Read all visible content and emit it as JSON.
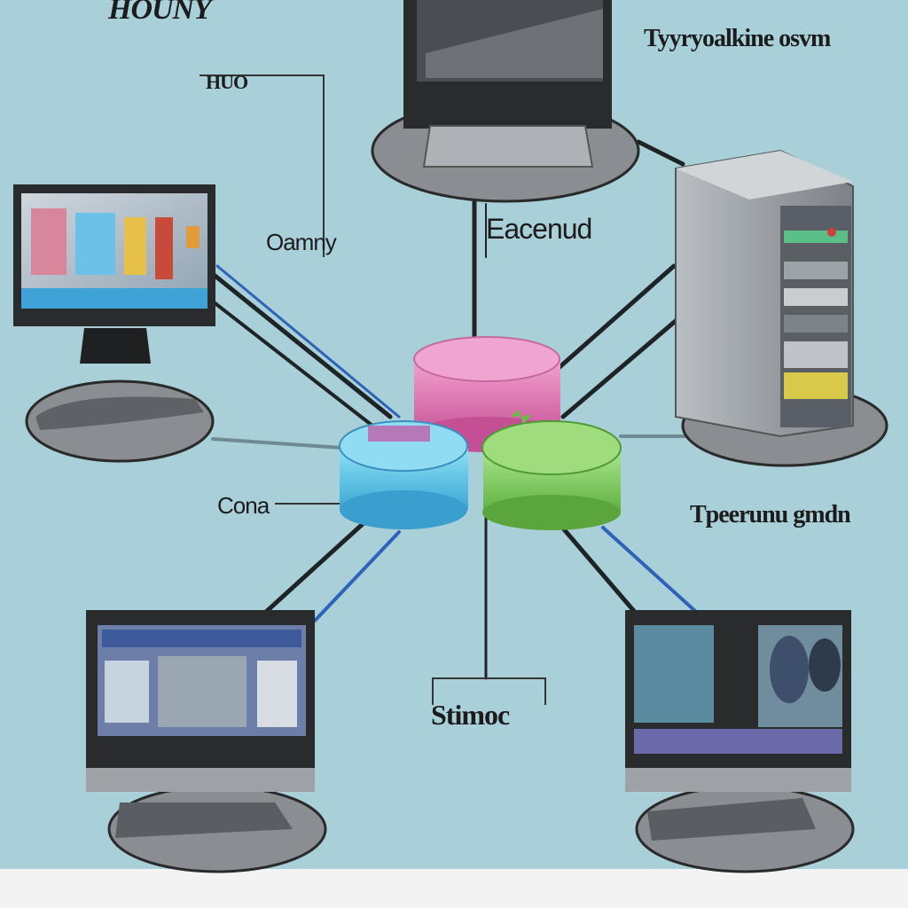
{
  "title": "HOUNY",
  "labels": {
    "top_left_small": "HUO",
    "top_right": "Tyyryoalkine osvm",
    "left_middle": "Oamny",
    "center_top": "Eacenud",
    "left_lower": "Cona",
    "right_lower": "Tpeerunu gmdn",
    "bottom_center": "Stimoc"
  },
  "colors": {
    "background": "#a9cfd9",
    "hub_pink": "#e07ab3",
    "hub_blue": "#5bc7e6",
    "hub_green": "#7fd061",
    "floor_disc": "#8a8d92",
    "line": "#1e2326",
    "line_blue": "#2f63b8"
  },
  "icons": [
    "monitor-icon",
    "server-tower-icon",
    "database-cylinder-icon"
  ]
}
